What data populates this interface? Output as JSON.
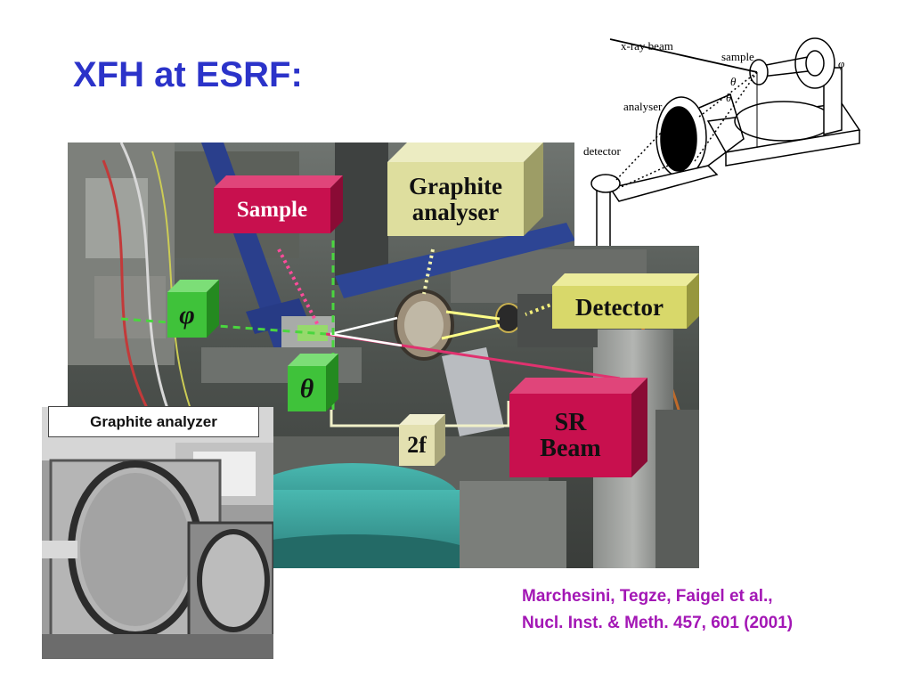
{
  "slide": {
    "title": "XFH at ESRF:"
  },
  "labels": {
    "sample": "Sample",
    "graphite_line1": "Graphite",
    "graphite_line2": "analyser",
    "detector": "Detector",
    "phi": "φ",
    "theta": "θ",
    "two_f": "2f",
    "sr_line1": "SR",
    "sr_line2": "Beam"
  },
  "inset": {
    "caption": "Graphite analyzer"
  },
  "schematic": {
    "xray_beam": "x-ray beam",
    "sample": "sample",
    "analyser": "analyser",
    "detector": "detector",
    "theta1": "θ",
    "theta2": "θ",
    "phi": "φ"
  },
  "citation": {
    "line1": "Marchesini, Tegze, Faigel et al.,",
    "line2": "Nucl. Inst. & Meth. 457, 601 (2001)"
  },
  "colors": {
    "title": "#2b33c9",
    "sample_box": "#c8104e",
    "graphite_box": "#dede9e",
    "detector_box": "#d8d86a",
    "green_box": "#3fc23a",
    "twof_box": "#e3e0b0",
    "citation": "#a317b5"
  }
}
